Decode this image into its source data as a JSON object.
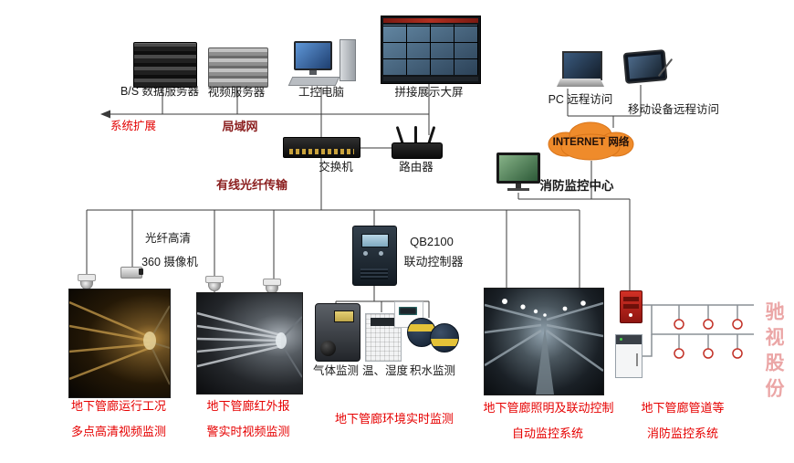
{
  "colors": {
    "caption_red": "#e60000",
    "accent_maroon": "#8b1f1f",
    "cloud_orange": "#ef8b2b",
    "line": "#3a3a3a"
  },
  "top_devices": [
    {
      "label": "B/S 数据服务器"
    },
    {
      "label": "视频服务器"
    },
    {
      "label": "工控电脑"
    },
    {
      "label": "拼接展示大屏"
    }
  ],
  "remote_access": [
    {
      "label": "PC 远程访问"
    },
    {
      "label": "移动设备远程访问"
    }
  ],
  "network": {
    "system_expand": "系统扩展",
    "lan": "局域网",
    "switch": "交换机",
    "router": "路由器",
    "internet": "INTERNET 网络",
    "fire_center": "消防监控中心",
    "fiber_transmission": "有线光纤传输"
  },
  "field_devices": {
    "camera_line1": "光纤高清",
    "camera_line2": "360 摄像机",
    "controller_model": "QB2100",
    "controller_name": "联动控制器",
    "sensor_labels": [
      "气体监测",
      "温、湿度",
      "积水监测"
    ]
  },
  "scene_captions": [
    {
      "line1": "地下管廊运行工况",
      "line2": "多点高清视频监测"
    },
    {
      "line1": "地下管廊红外报",
      "line2": "警实时视频监测"
    },
    {
      "line1": "地下管廊环境实时监测",
      "line2": ""
    },
    {
      "line1": "地下管廊照明及联动控制",
      "line2": "自动监控系统"
    },
    {
      "line1": "地下管廊管道等",
      "line2": "消防监控系统"
    }
  ],
  "watermark": "驰视股份"
}
